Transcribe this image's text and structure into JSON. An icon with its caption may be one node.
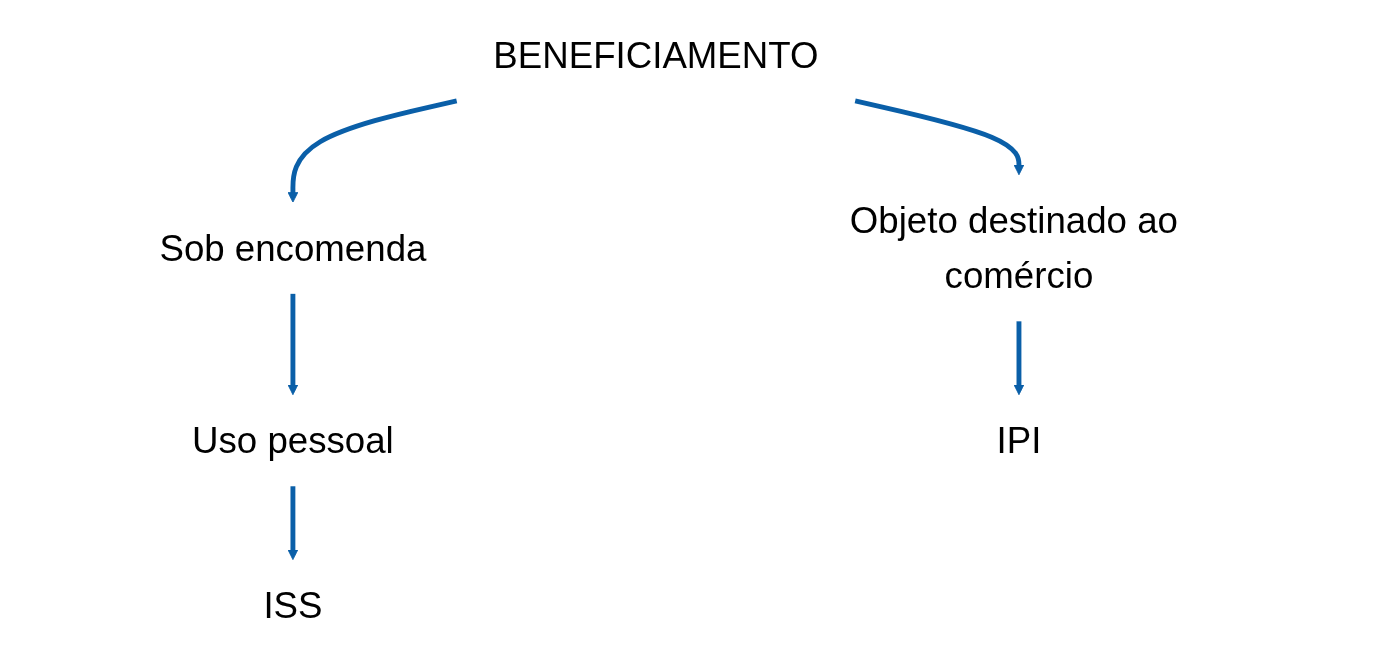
{
  "diagram": {
    "nodes": [
      {
        "text": [
          "BENEFICIAMENTO"
        ]
      },
      {
        "text": [
          "Sob encomenda"
        ]
      },
      {
        "text": [
          "Objeto destinado ao comércio"
        ]
      },
      {
        "text": [
          "Uso pessoal"
        ]
      },
      {
        "text": [
          "ISS"
        ]
      },
      {
        "text": [
          "IPI"
        ]
      }
    ],
    "edges": [
      {
        "from": 0,
        "to": 1,
        "arrow": "to"
      },
      {
        "from": 0,
        "to": 2,
        "arrow": "to"
      },
      {
        "from": 1,
        "to": 3,
        "arrow": "to"
      },
      {
        "from": 3,
        "to": 4,
        "arrow": "to"
      },
      {
        "from": 2,
        "to": 5,
        "arrow": "to"
      }
    ]
  }
}
